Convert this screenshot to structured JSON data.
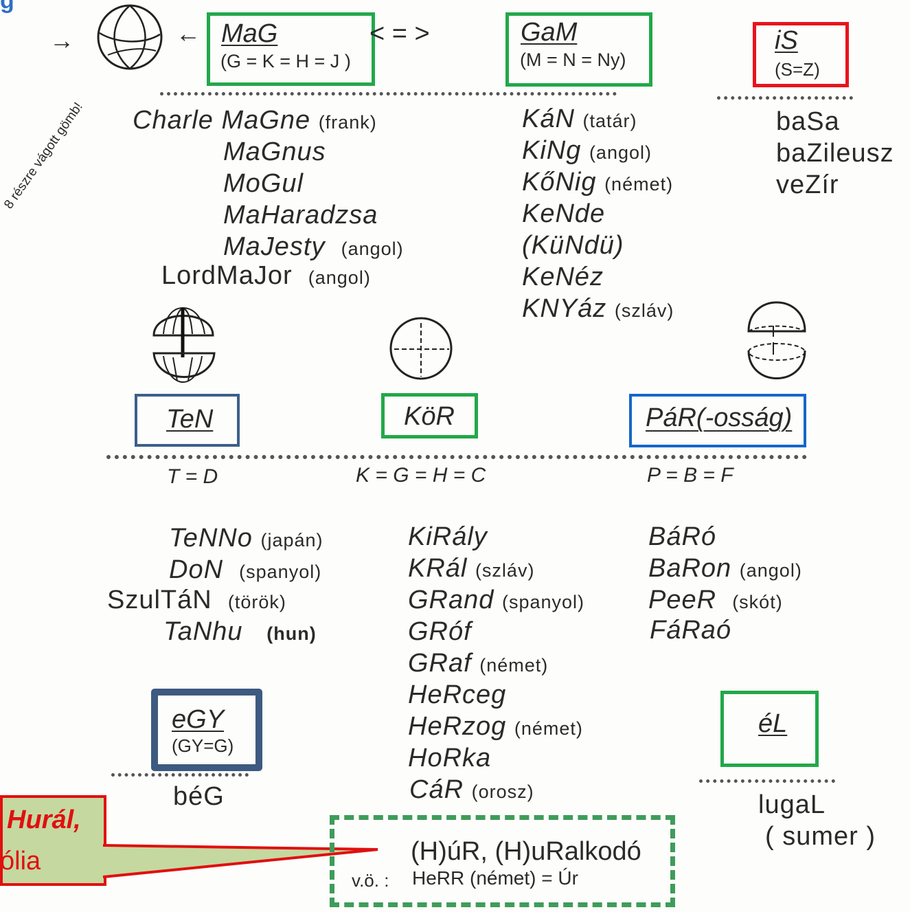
{
  "corner_mark": "g",
  "annotation": {
    "rotated_note": "8 részre vágott gömb!",
    "arrow_right": "→",
    "arrow_left": "←"
  },
  "header": {
    "mag": {
      "root": "MaG",
      "rule": "(G = K = H = J )"
    },
    "relation": "< = >",
    "gam": {
      "root": "GaM",
      "rule": "(M = N = Ny)"
    },
    "is": {
      "root": "iS",
      "rule": "(S=Z)"
    }
  },
  "columns": {
    "mag_words": [
      {
        "word": "Charle MaGne",
        "lang": "(frank)"
      },
      {
        "word": "MaGnus",
        "lang": ""
      },
      {
        "word": "MoGul",
        "lang": ""
      },
      {
        "word": "MaHaradzsa",
        "lang": ""
      },
      {
        "word": "MaJesty",
        "lang": "(angol)"
      },
      {
        "word": "LordMaJor",
        "lang": "(angol)"
      }
    ],
    "gam_words": [
      {
        "word": "KáN",
        "lang": "(tatár)"
      },
      {
        "word": "KiNg",
        "lang": "(angol)"
      },
      {
        "word": "KőNig",
        "lang": "(német)"
      },
      {
        "word": "KeNde",
        "lang": ""
      },
      {
        "word": "(KüNdü)",
        "lang": ""
      },
      {
        "word": "KeNéz",
        "lang": ""
      },
      {
        "word": "KNYáz",
        "lang": "(szláv)"
      }
    ],
    "is_words": [
      "baSa",
      "baZileusz",
      "veZír"
    ]
  },
  "middle": {
    "ten": {
      "root": "TeN",
      "rule": "T = D"
    },
    "kor": {
      "root": "KöR",
      "rule": "K  = G = H = C"
    },
    "par": {
      "root": "PáR(-osság)",
      "rule": "P = B = F"
    }
  },
  "lists": {
    "ten_words": [
      {
        "word": "TeNNo",
        "lang": "(japán)"
      },
      {
        "word": "DoN",
        "lang": "(spanyol)"
      },
      {
        "word": "SzulTáN",
        "lang": "(török)"
      },
      {
        "word": "TaNhu",
        "lang": "(hun)"
      }
    ],
    "kor_words": [
      {
        "word": "KiRály",
        "lang": ""
      },
      {
        "word": "KRál",
        "lang": "(szláv)"
      },
      {
        "word": "GRand",
        "lang": "(spanyol)"
      },
      {
        "word": "GRóf",
        "lang": ""
      },
      {
        "word": "GRaf",
        "lang": "(német)"
      },
      {
        "word": "HeRceg",
        "lang": ""
      },
      {
        "word": "HeRzog",
        "lang": "(német)"
      },
      {
        "word": "HoRka",
        "lang": ""
      },
      {
        "word": "CáR",
        "lang": "(orosz)"
      }
    ],
    "par_words": [
      {
        "word": "BáRó",
        "lang": ""
      },
      {
        "word": "BaRon",
        "lang": "(angol)"
      },
      {
        "word": "PeeR",
        "lang": "(skót)"
      },
      {
        "word": "FáRaó",
        "lang": ""
      }
    ]
  },
  "bottom": {
    "egy": {
      "root": "eGY",
      "rule": "(GY=G)",
      "word": "béG"
    },
    "el": {
      "root": "éL",
      "word": "lugaL",
      "note": "( sumer )"
    },
    "callout": {
      "line1": "Hurál,",
      "line2": "ólia"
    },
    "ur_box": {
      "main": "(H)úR, (H)uRalkodó",
      "prefix": "v.ö. :",
      "sub": "HeRR (német) = Úr"
    }
  },
  "colors": {
    "green": "#22a84a",
    "red": "#e8141c",
    "blue": "#1566c8",
    "navy": "#3d5a80",
    "callout_fill": "#c5d8a0"
  }
}
